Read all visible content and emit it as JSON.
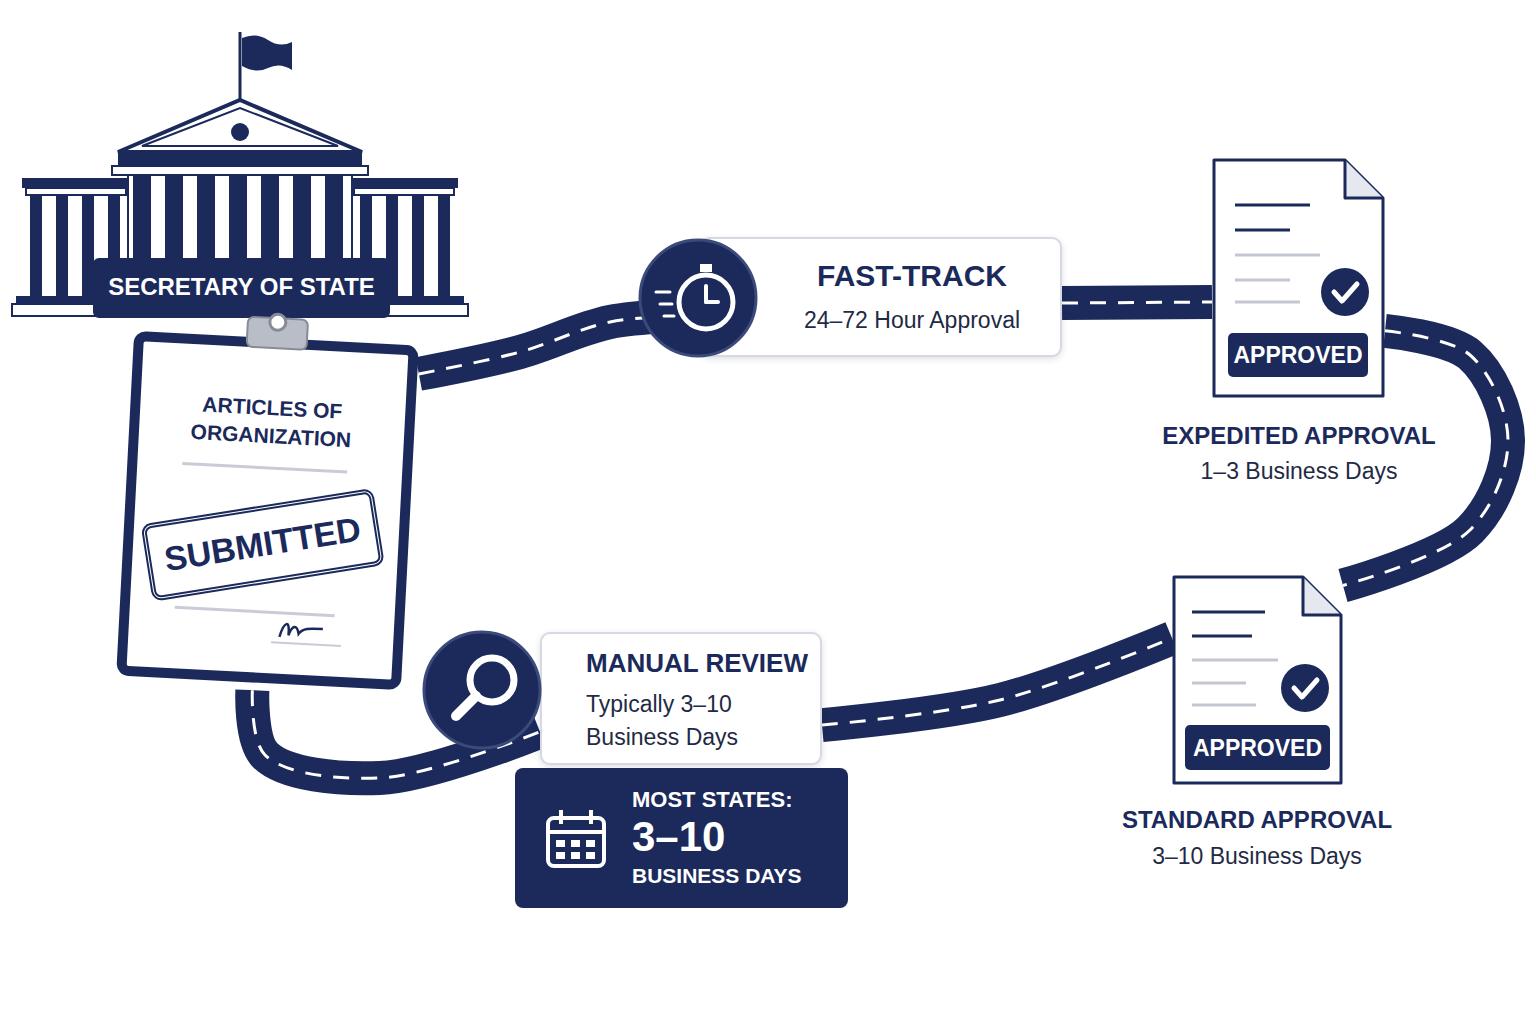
{
  "diagram": {
    "nodes": [
      {
        "text": [
          "SECRETARY OF STATE"
        ]
      },
      {
        "text": [
          "ARTICLES OF ORGANIZATION"
        ]
      },
      {
        "text": [
          "SUBMITTED"
        ],
        "in": 1
      },
      {
        "text": [
          "FAST-TRACK",
          "24–72 Hour Approval"
        ]
      },
      {
        "text": [
          "EXPEDITED APPROVAL",
          "1–3 Business Days"
        ]
      },
      {
        "text": [
          "APPROVED"
        ],
        "in": 4
      },
      {
        "text": [
          "MANUAL REVIEW",
          "Typically 3–10 Business Days"
        ]
      },
      {
        "text": [
          "MOST STATES:",
          "3–10",
          "BUSINESS DAYS"
        ]
      },
      {
        "text": [
          "STANDARD APPROVAL",
          "3–10 Business Days"
        ]
      },
      {
        "text": [
          "APPROVED"
        ],
        "in": 8
      }
    ],
    "edges": [
      {
        "from": 1,
        "to": 3,
        "arrow": "none"
      },
      {
        "from": 3,
        "to": 4,
        "arrow": "none"
      },
      {
        "from": 4,
        "to": 8,
        "arrow": "none"
      },
      {
        "from": 1,
        "to": 6,
        "arrow": "none"
      },
      {
        "from": 6,
        "to": 8,
        "arrow": "none"
      }
    ]
  }
}
